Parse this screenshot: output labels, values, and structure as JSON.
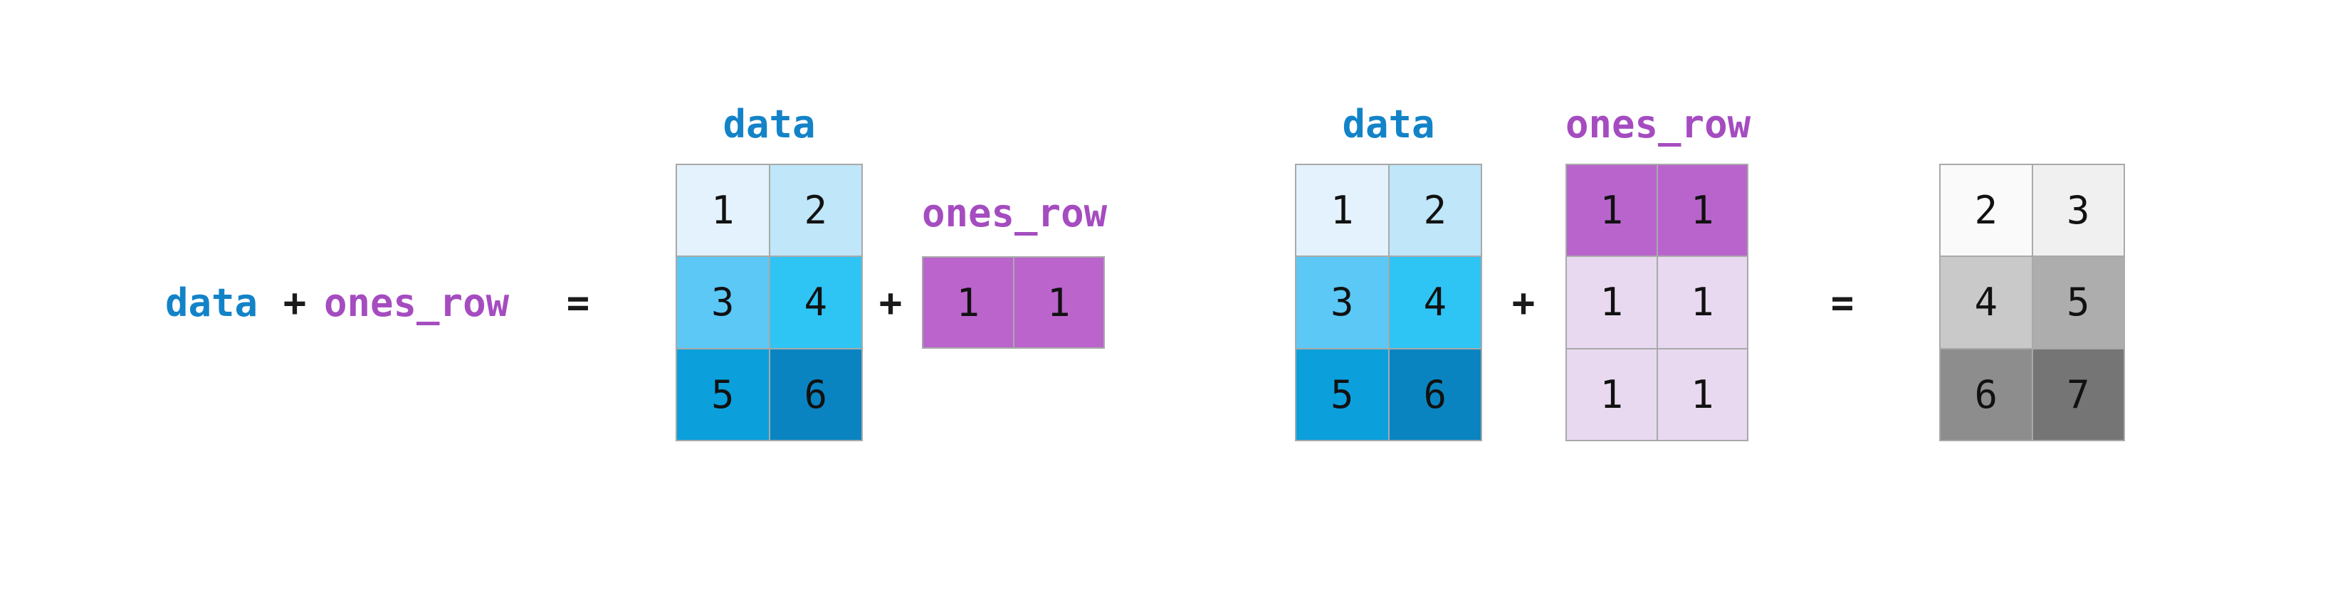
{
  "colors": {
    "blue_label": "#1383C8",
    "purple_label": "#A54CC0",
    "operator_black": "#1a1a1a",
    "cell_border": "#A9A9A9",
    "background": "#FFFFFF"
  },
  "expression": {
    "data": "data",
    "plus": "+",
    "ones_row": "ones_row",
    "equals": "="
  },
  "operators": {
    "plus_1": "+",
    "plus_2": "+",
    "equals_2": "="
  },
  "labels": {
    "matrix_data_left": "data",
    "matrix_ones_row_small": "ones_row",
    "matrix_data_right": "data",
    "matrix_ones_row_broadcast": "ones_row"
  },
  "matrices": [
    {
      "name": "data-left",
      "shape": "3x2",
      "cells": [
        [
          {
            "v": "1",
            "bg": "#E3F2FC"
          },
          {
            "v": "2",
            "bg": "#BFE6F9"
          }
        ],
        [
          {
            "v": "3",
            "bg": "#5BC8F5"
          },
          {
            "v": "4",
            "bg": "#2EC4F4"
          }
        ],
        [
          {
            "v": "5",
            "bg": "#0BA0DC"
          },
          {
            "v": "6",
            "bg": "#0A84C1"
          }
        ]
      ]
    },
    {
      "name": "ones-row-small",
      "shape": "1x2",
      "cells": [
        [
          {
            "v": "1",
            "bg": "#BA64CC"
          },
          {
            "v": "1",
            "bg": "#BA64CC"
          }
        ]
      ]
    },
    {
      "name": "data-right",
      "shape": "3x2",
      "cells": [
        [
          {
            "v": "1",
            "bg": "#E3F2FC"
          },
          {
            "v": "2",
            "bg": "#BFE6F9"
          }
        ],
        [
          {
            "v": "3",
            "bg": "#5BC8F5"
          },
          {
            "v": "4",
            "bg": "#2EC4F4"
          }
        ],
        [
          {
            "v": "5",
            "bg": "#0BA0DC"
          },
          {
            "v": "6",
            "bg": "#0A84C1"
          }
        ]
      ]
    },
    {
      "name": "ones-row-broadcast",
      "shape": "3x2",
      "cells": [
        [
          {
            "v": "1",
            "bg": "#B964CC"
          },
          {
            "v": "1",
            "bg": "#B964CC"
          }
        ],
        [
          {
            "v": "1",
            "bg": "#E8D9F0"
          },
          {
            "v": "1",
            "bg": "#E8D9F0"
          }
        ],
        [
          {
            "v": "1",
            "bg": "#E8D9F0"
          },
          {
            "v": "1",
            "bg": "#E8D9F0"
          }
        ]
      ]
    },
    {
      "name": "result-gray",
      "shape": "3x2",
      "cells": [
        [
          {
            "v": "2",
            "bg": "#FAFAFA"
          },
          {
            "v": "3",
            "bg": "#F0F0F0"
          }
        ],
        [
          {
            "v": "4",
            "bg": "#C9C9C9"
          },
          {
            "v": "5",
            "bg": "#ADADAD"
          }
        ],
        [
          {
            "v": "6",
            "bg": "#8D8D8D"
          },
          {
            "v": "7",
            "bg": "#757575"
          }
        ]
      ]
    }
  ]
}
